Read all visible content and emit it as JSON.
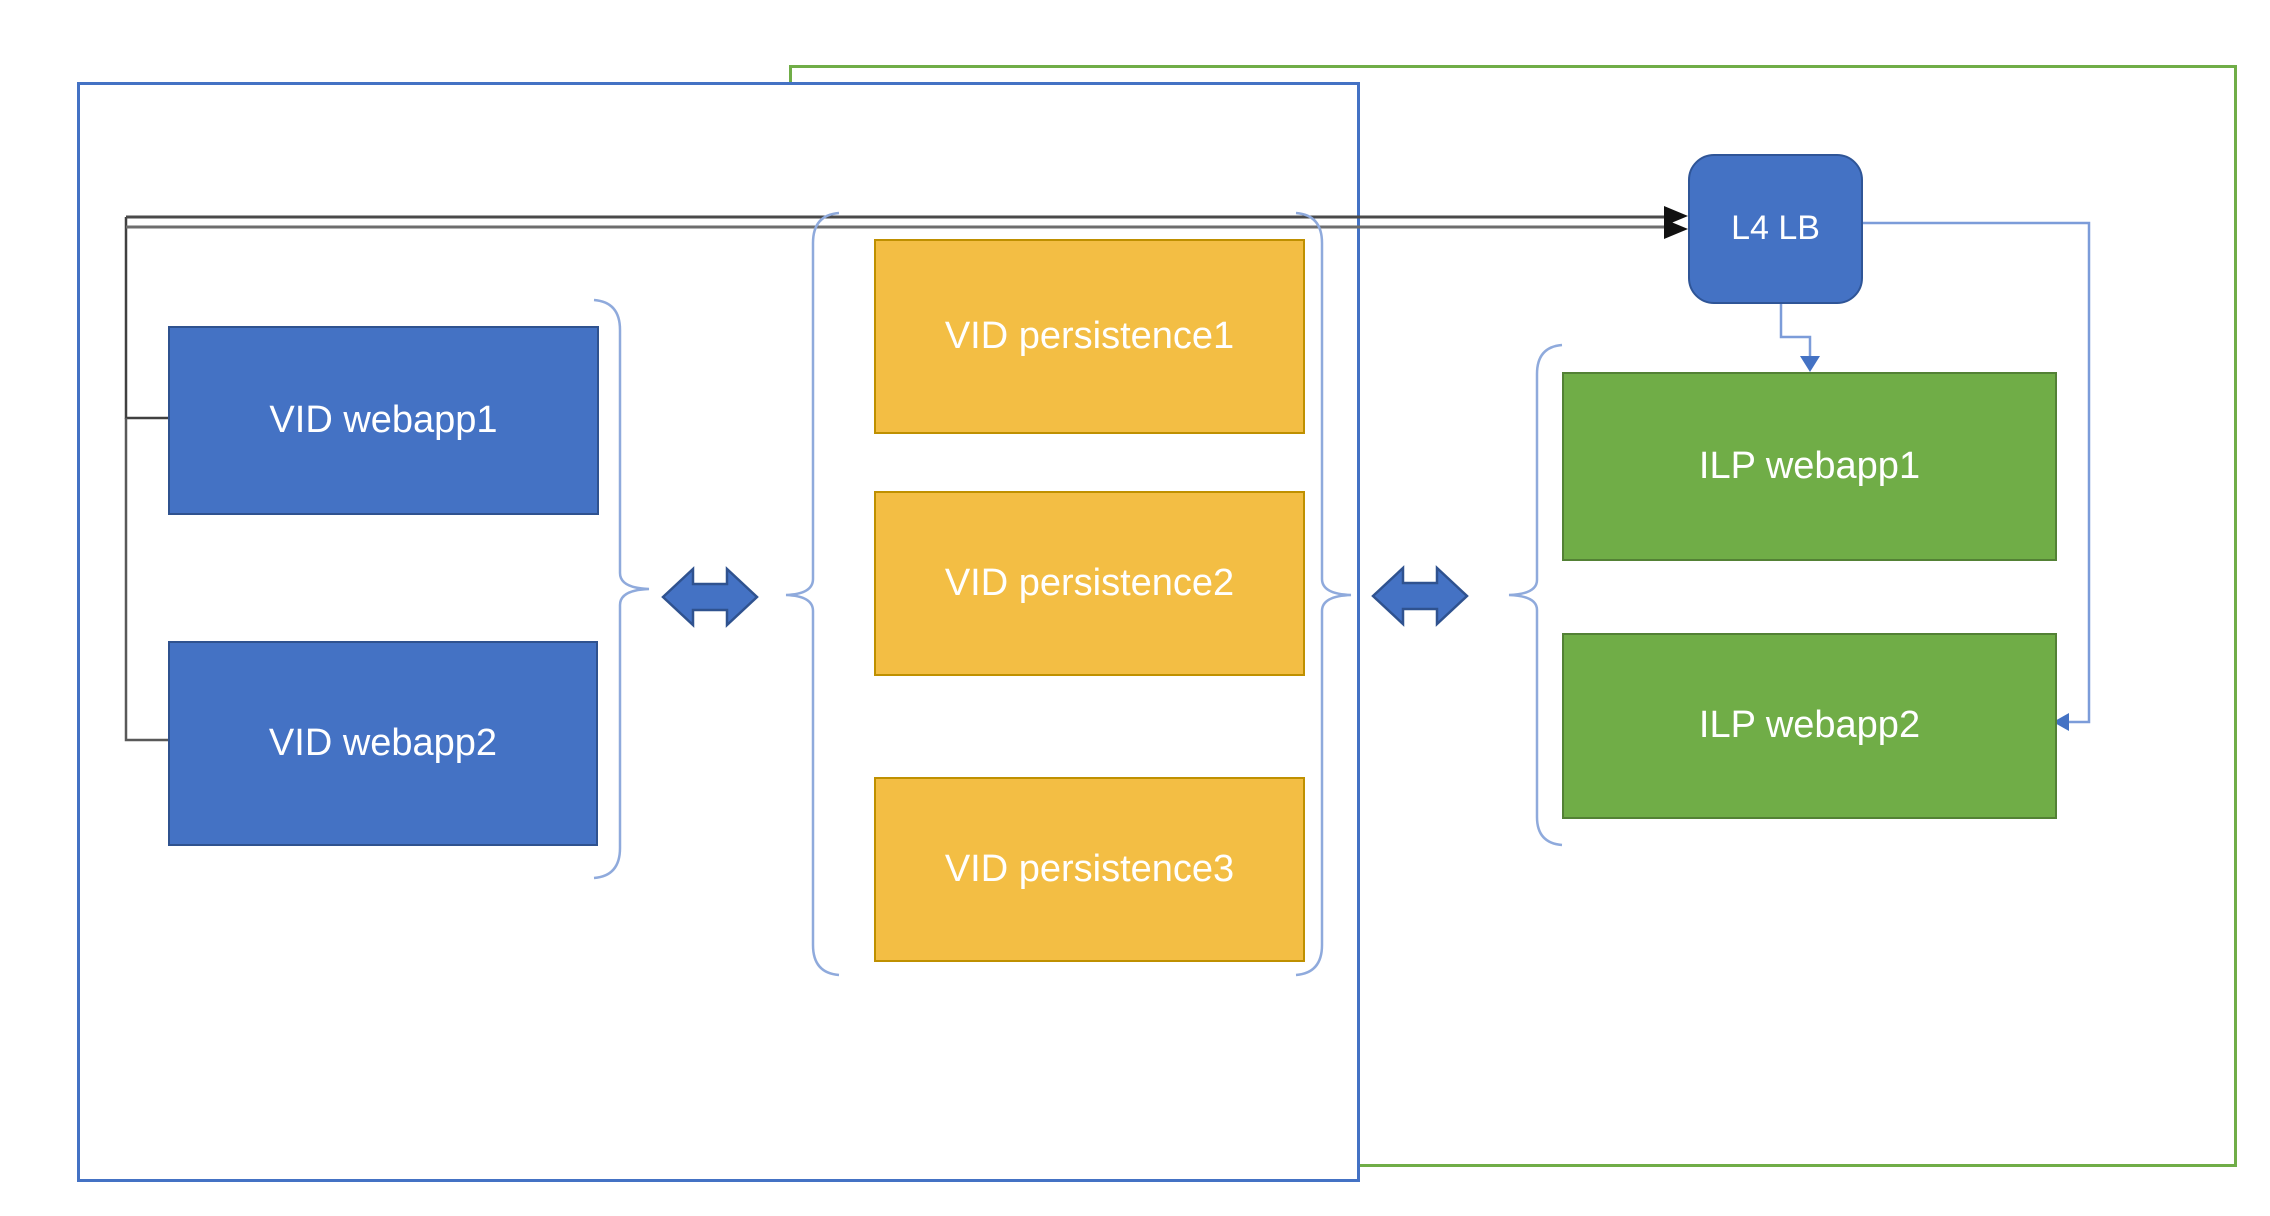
{
  "diagram": {
    "vid_cluster": {
      "webapps": [
        {
          "label": "VID webapp1"
        },
        {
          "label": "VID webapp2"
        }
      ],
      "persistence": [
        {
          "label": "VID persistence1"
        },
        {
          "label": "VID persistence2"
        },
        {
          "label": "VID persistence3"
        }
      ]
    },
    "ilp_cluster": {
      "load_balancer": {
        "label": "L4 LB"
      },
      "webapps": [
        {
          "label": "ILP webapp1"
        },
        {
          "label": "ILP webapp2"
        }
      ]
    },
    "colors": {
      "blue_node_fill": "#4472C4",
      "blue_node_border": "#2F528F",
      "orange_node_fill": "#F3BE44",
      "orange_node_border": "#BF9000",
      "green_node_fill": "#70AD47",
      "green_node_border": "#538135",
      "vid_cluster_border": "#4472C4",
      "ilp_cluster_border": "#70AD47",
      "brace": "#8FAADC",
      "blue_connector": "#7C9CD9",
      "gray_connector": "#4A4A4A",
      "arrowhead_black": "#111111",
      "double_arrow_fill": "#4472C4"
    }
  }
}
